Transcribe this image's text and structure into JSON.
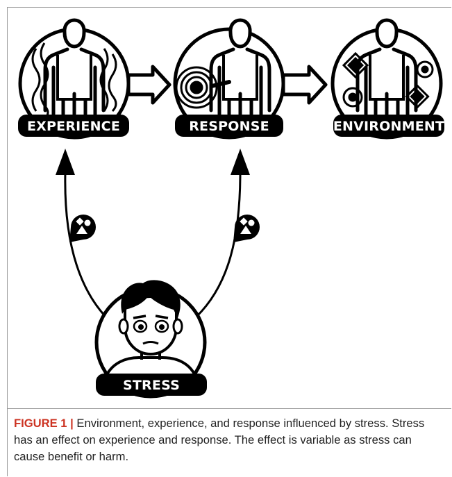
{
  "nodes": {
    "experience": {
      "label": "EXPERIENCE"
    },
    "response": {
      "label": "RESPONSE"
    },
    "environment": {
      "label": "ENVIRONMENT"
    },
    "stress": {
      "label": "STRESS"
    }
  },
  "caption": {
    "figure_label": "FIGURE 1 |",
    "text": "Environment, experience, and response influenced by stress. Stress has an effect on experience and response. The effect is variable as stress can cause benefit or harm."
  },
  "colors": {
    "ink": "#000000",
    "caption_label": "#cc3322"
  },
  "icons": [
    "person-icon",
    "wavy-lines-icon",
    "concentric-circles-icon",
    "diamond-target-icon",
    "shapes-badge-icon",
    "worried-face-icon"
  ]
}
